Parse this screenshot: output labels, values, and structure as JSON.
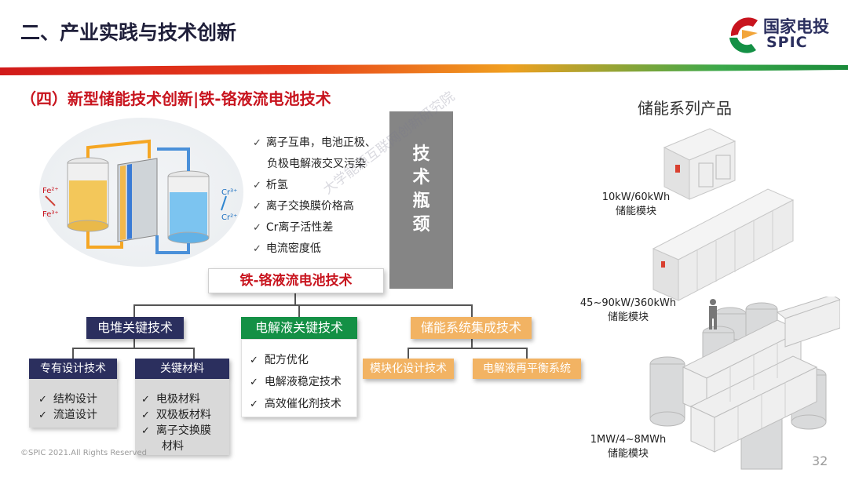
{
  "header": {
    "slide_title": "二、产业实践与技术创新",
    "logo_zh": "国家电投",
    "logo_en": "SPIC"
  },
  "section_title": "（四）新型储能技术创新|铁-铬液流电池技术",
  "products_title": "储能系列产品",
  "diagram": {
    "labels": [
      "Fe²⁺",
      "Fe³⁺",
      "Cr³⁺",
      "Cr²⁺"
    ]
  },
  "issues": [
    {
      "text": "离子互串，电池正极、"
    },
    {
      "text": "负极电解液交叉污染",
      "continuation": true
    },
    {
      "text": "析氢"
    },
    {
      "text": "离子交换膜价格高"
    },
    {
      "text": "Cr离子活性差"
    },
    {
      "text": "电流密度低"
    }
  ],
  "bottleneck_label": "技术瓶颈",
  "center_label": "铁-铬液流电池技术",
  "branches": {
    "stack": {
      "title": "电堆关键技术",
      "subs": [
        {
          "title": "专有设计技术",
          "items": [
            "结构设计",
            "流道设计"
          ]
        },
        {
          "title": "关键材料",
          "items": [
            "电极材料",
            "双极板材料",
            "离子交换膜",
            "材料"
          ]
        }
      ]
    },
    "electrolyte": {
      "title": "电解液关键技术",
      "items": [
        "配方优化",
        "电解液稳定技术",
        "高效催化剂技术"
      ]
    },
    "integration": {
      "title": "储能系统集成技术",
      "subs": [
        "模块化设计技术",
        "电解液再平衡系统"
      ]
    }
  },
  "products": [
    {
      "power": "10kW/60kWh",
      "name": "储能模块"
    },
    {
      "power": "45~90kW/360kWh",
      "name": "储能模块"
    },
    {
      "power": "1MW/4~8MWh",
      "name": "储能模块"
    }
  ],
  "watermark": "大学能源互联网创新研究院",
  "footer": {
    "copyright": "©SPIC 2021.All Rights Reserved",
    "page_number": "32"
  },
  "colors": {
    "navy": "#2b2f5e",
    "red": "#c8141e",
    "green": "#149045",
    "orange": "#f2b363",
    "gray": "#858585"
  }
}
